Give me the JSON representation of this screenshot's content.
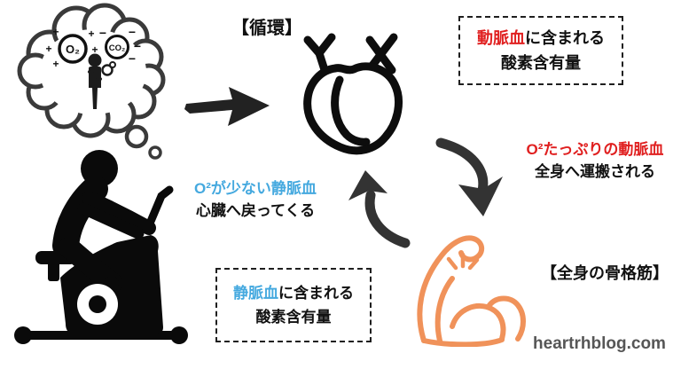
{
  "title": "【循環】",
  "colors": {
    "arterial_red": "#e02020",
    "venous_blue": "#45a9df",
    "muscle_orange": "#f0925a",
    "arrow_black": "#2b2b2b",
    "watermark_gray": "#565656"
  },
  "thought_bubble": {
    "o2": "O₂",
    "co2": "CO₂",
    "plus": "+",
    "minus": "−"
  },
  "arterial_box": {
    "term": "動脈血",
    "line1_rest": "に含まれる",
    "line2": "酸素含有量"
  },
  "arterial_flow": {
    "line1": "O²たっぷりの動脈血",
    "line2": "全身へ運搬される"
  },
  "venous_flow": {
    "line1": "O²が少ない静脈血",
    "line2": "心臓へ戻ってくる"
  },
  "venous_box": {
    "term": "静脈血",
    "line1_rest": "に含まれる",
    "line2": "酸素含有量"
  },
  "muscle_label": "【全身の骨格筋】",
  "watermark": "heartrhblog.com"
}
